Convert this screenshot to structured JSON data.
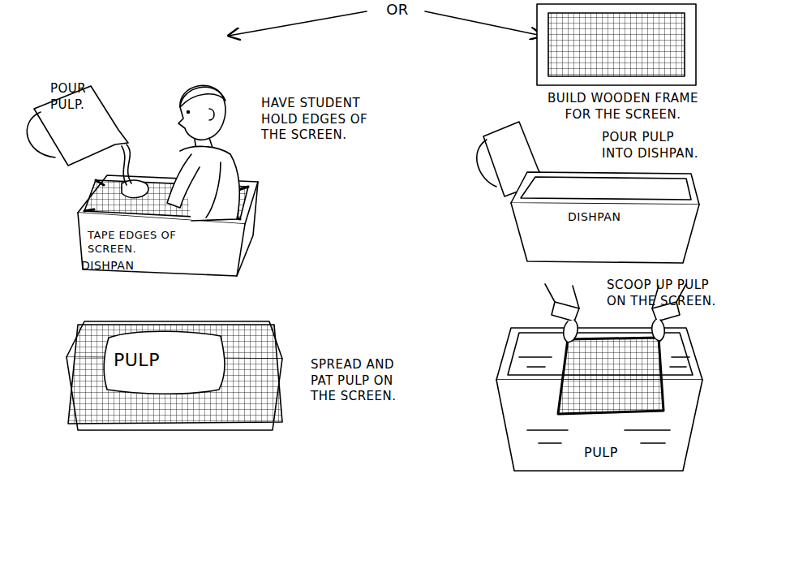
{
  "diagram": {
    "labels": [
      "OR",
      "POUR PULP.",
      "HAVE STUDENT HOLD EDGES OF THE SCREEN.",
      "TAPE EDGES OF SCREEN.",
      "DISHPAN",
      "PULP",
      "SPREAD AND PAT PULP ON THE SCREEN.",
      "BUILD WOODEN FRAME FOR THE SCREEN.",
      "POUR PULP INTO DISHPAN.",
      "DISHPAN",
      "SCOOP UP PULP ON THE SCREEN.",
      "PULP"
    ]
  }
}
